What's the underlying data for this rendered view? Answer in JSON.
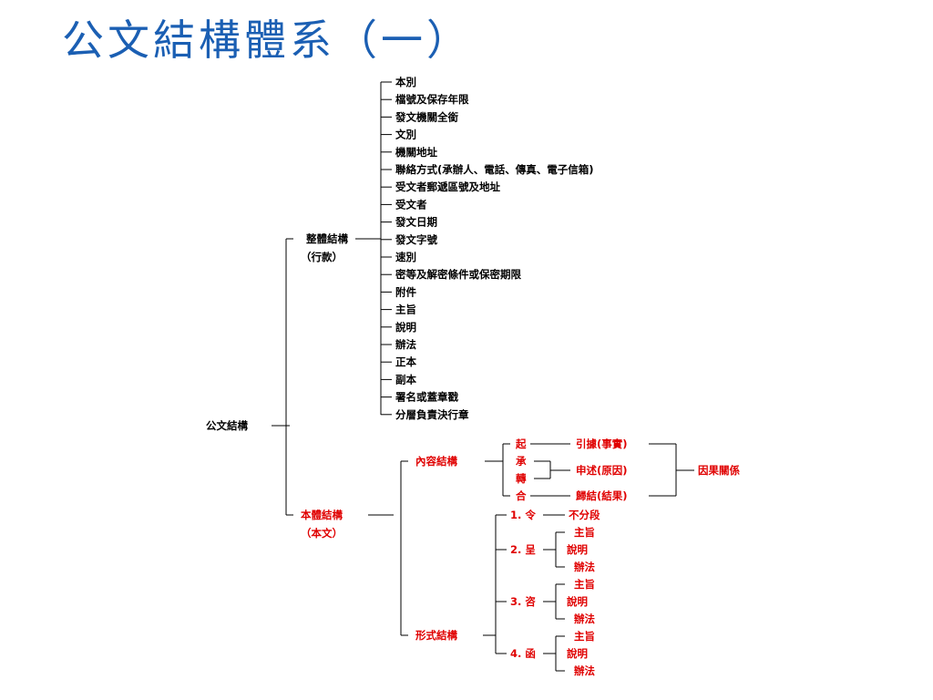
{
  "title": "公文結構體系（一）",
  "root": "公文結構",
  "overall": {
    "label": "整體結構",
    "sub": "（行款）",
    "items": [
      "本別",
      "檔號及保存年限",
      "發文機關全銜",
      "文別",
      "機關地址",
      "聯絡方式(承辦人、電話、傳真、電子信箱)",
      "受文者郵遞區號及地址",
      "受文者",
      "發文日期",
      "發文字號",
      "速別",
      "密等及解密條件或保密期限",
      "附件",
      "主旨",
      "說明",
      "辦法",
      "正本",
      "副本",
      "署名或蓋章戳",
      "分層負責決行章"
    ]
  },
  "body": {
    "label": "本體結構",
    "sub": "（本文）",
    "content": {
      "label": "內容結構",
      "qi": "起",
      "cheng": "承",
      "zhuan": "轉",
      "he": "合",
      "yinju": "引據(事實)",
      "shenshu": "申述(原因)",
      "guijie": "歸結(結果)",
      "yinguo": "因果關係"
    },
    "form": {
      "label": "形式結構",
      "ling": "1. 令",
      "ling_child": "不分段",
      "groups": [
        {
          "label": "2. 呈",
          "items": [
            "主旨",
            "說明",
            "辦法"
          ]
        },
        {
          "label": "3. 咨",
          "items": [
            "主旨",
            "說明",
            "辦法"
          ]
        },
        {
          "label": "4. 函",
          "items": [
            "主旨",
            "說明",
            "辦法"
          ]
        }
      ]
    }
  },
  "colors": {
    "title": "#1b5fb3",
    "red": "#e00000",
    "black": "#000000"
  }
}
